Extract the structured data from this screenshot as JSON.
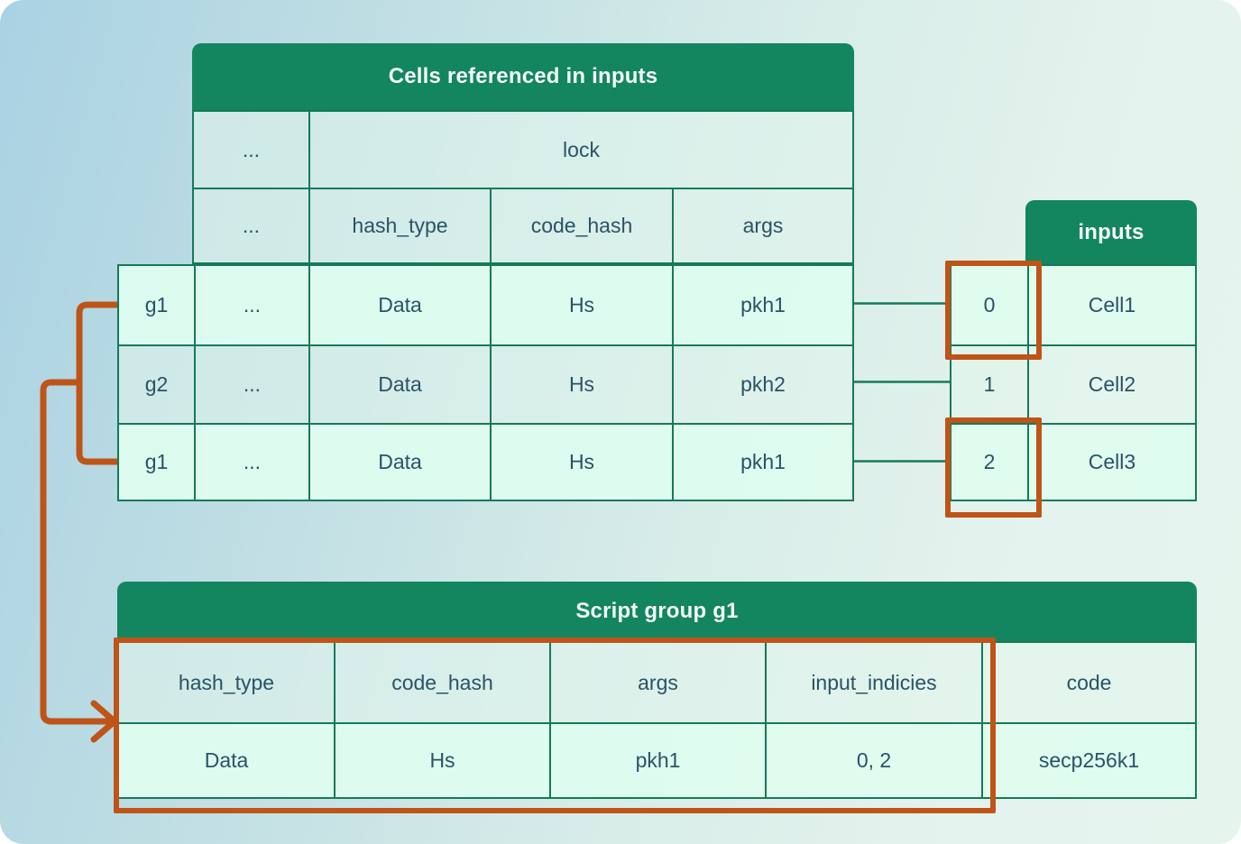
{
  "colors": {
    "accent_green": "#13855f",
    "border_green": "#157a59",
    "highlight_orange": "#bf5418",
    "cell_mint": "#defaee",
    "text_dark": "#2a5366"
  },
  "top_table": {
    "title": "Cells referenced in inputs",
    "group_header": {
      "dots": "...",
      "lock": "lock"
    },
    "columns": {
      "dots": "...",
      "hash_type": "hash_type",
      "code_hash": "code_hash",
      "args": "args"
    },
    "rows": [
      {
        "group": "g1",
        "dots": "...",
        "hash_type": "Data",
        "code_hash": "Hs",
        "args": "pkh1"
      },
      {
        "group": "g2",
        "dots": "...",
        "hash_type": "Data",
        "code_hash": "Hs",
        "args": "pkh2"
      },
      {
        "group": "g1",
        "dots": "...",
        "hash_type": "Data",
        "code_hash": "Hs",
        "args": "pkh1"
      }
    ]
  },
  "inputs_table": {
    "title": "inputs",
    "rows": [
      {
        "index": "0",
        "cell": "Cell1",
        "highlighted": true
      },
      {
        "index": "1",
        "cell": "Cell2",
        "highlighted": false
      },
      {
        "index": "2",
        "cell": "Cell3",
        "highlighted": true
      }
    ]
  },
  "script_group_table": {
    "title": "Script group g1",
    "columns": {
      "hash_type": "hash_type",
      "code_hash": "code_hash",
      "args": "args",
      "input_indicies": "input_indicies",
      "code": "code"
    },
    "row": {
      "hash_type": "Data",
      "code_hash": "Hs",
      "args": "pkh1",
      "input_indicies": "0, 2",
      "code": "secp256k1"
    }
  }
}
